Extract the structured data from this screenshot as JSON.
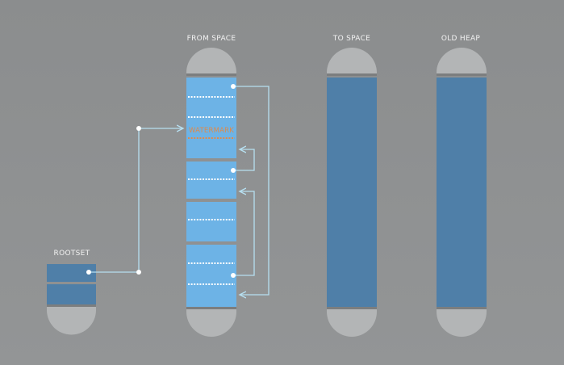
{
  "labels": {
    "from_space": "FROM SPACE",
    "to_space": "TO SPACE",
    "old_heap": "OLD HEAP",
    "rootset": "ROOTSET",
    "watermark": "WATERMARK"
  },
  "colors": {
    "background": "#8f9192",
    "cap": "#b3b5b6",
    "cap_shadow": "#6f7172",
    "region_light": "#6db3e6",
    "region_dark": "#4f7fa8",
    "dash_white": "#ffffff",
    "watermark_orange": "#e08a4a",
    "arrow": "#b6dff0",
    "label_text": "#f2f2f2"
  }
}
